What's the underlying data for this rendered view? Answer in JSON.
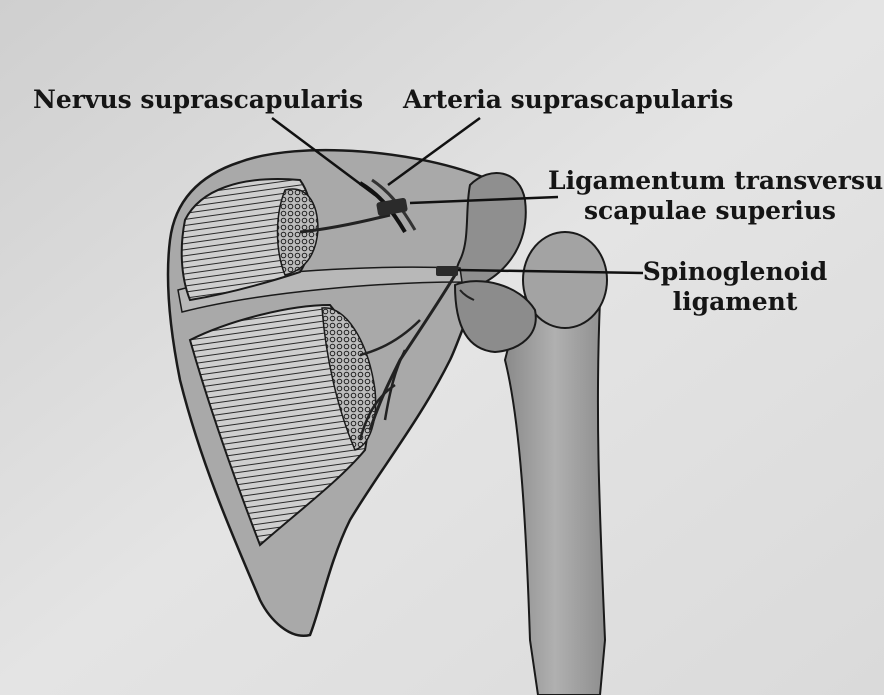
{
  "labels": {
    "nervus": "Nervus suprascapularis",
    "arteria": "Arteria suprascapularis",
    "ligamentum_line1": "Ligamentum transversum",
    "ligamentum_line2": "scapulae superius",
    "spinoglenoid_line1": "Spinoglenoid",
    "spinoglenoid_line2": "ligament"
  },
  "colors": {
    "background": "#d9d9d9",
    "bone": "#9a9a9a",
    "muscle": "#c9c9c9",
    "ink": "#151515"
  }
}
